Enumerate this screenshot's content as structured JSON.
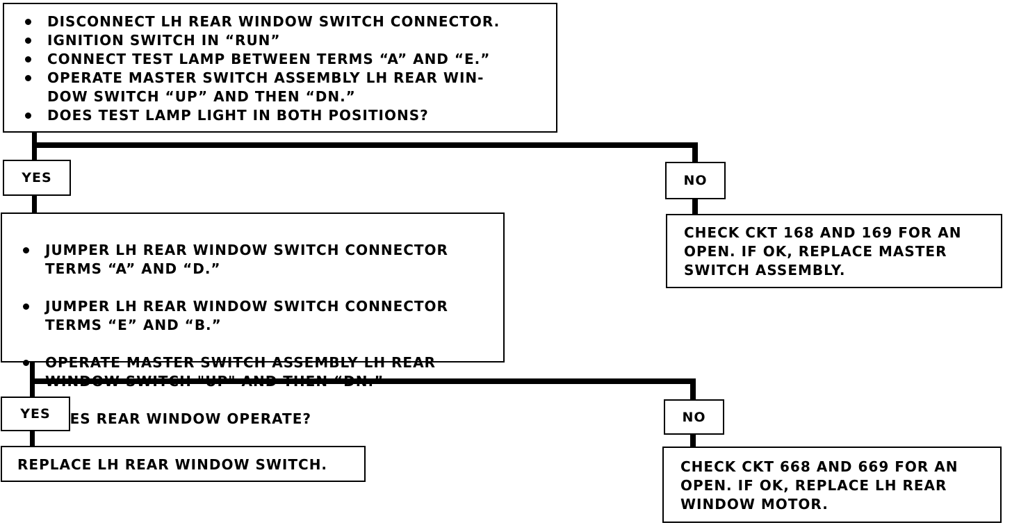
{
  "step1": {
    "items": [
      "DISCONNECT LH REAR WINDOW SWITCH CONNECTOR.",
      "IGNITION SWITCH IN “RUN”",
      "CONNECT TEST LAMP BETWEEN TERMS “A” AND “E.”",
      "OPERATE MASTER SWITCH ASSEMBLY LH REAR WIN-\nDOW SWITCH “UP” AND THEN “DN.”",
      "DOES TEST LAMP LIGHT IN BOTH POSITIONS?"
    ],
    "yes_label": "YES",
    "no_label": "NO",
    "no_result": "CHECK CKT 168 AND 169 FOR AN\nOPEN.  IF OK, REPLACE MASTER\nSWITCH ASSEMBLY."
  },
  "step2": {
    "items": [
      "JUMPER LH REAR WINDOW SWITCH CONNECTOR\nTERMS “A” AND “D.”",
      "JUMPER LH REAR WINDOW SWITCH CONNECTOR\nTERMS “E” AND “B.”",
      "OPERATE MASTER SWITCH ASSEMBLY LH REAR\nWINDOW SWITCH \"UP\" AND THEN “DN.”",
      "DOES REAR WINDOW OPERATE?"
    ],
    "yes_label": "YES",
    "no_label": "NO",
    "yes_result": "REPLACE LH REAR WINDOW SWITCH.",
    "no_result": "CHECK CKT 668 AND 669 FOR AN\nOPEN.  IF OK, REPLACE LH REAR\nWINDOW MOTOR."
  }
}
